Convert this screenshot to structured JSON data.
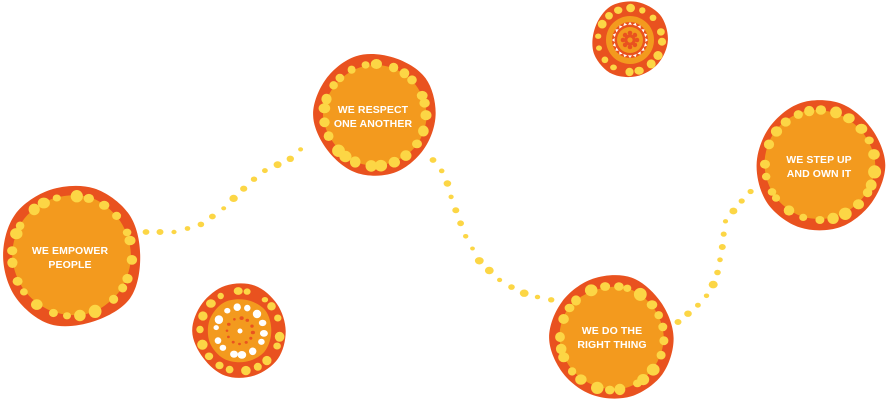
{
  "colors": {
    "outer": "#e9521f",
    "inner": "#f39a1e",
    "dot": "#fcd645",
    "white": "#ffffff",
    "text": "#ffffff"
  },
  "values": [
    {
      "id": "empower",
      "line1": "WE EMPOWER",
      "line2": "PEOPLE"
    },
    {
      "id": "respect",
      "line1": "WE RESPECT",
      "line2": "ONE ANOTHER"
    },
    {
      "id": "right-thing",
      "line1": "WE DO THE",
      "line2": "RIGHT THING"
    },
    {
      "id": "step-up",
      "line1": "WE STEP UP",
      "line2": "AND OWN IT"
    }
  ]
}
